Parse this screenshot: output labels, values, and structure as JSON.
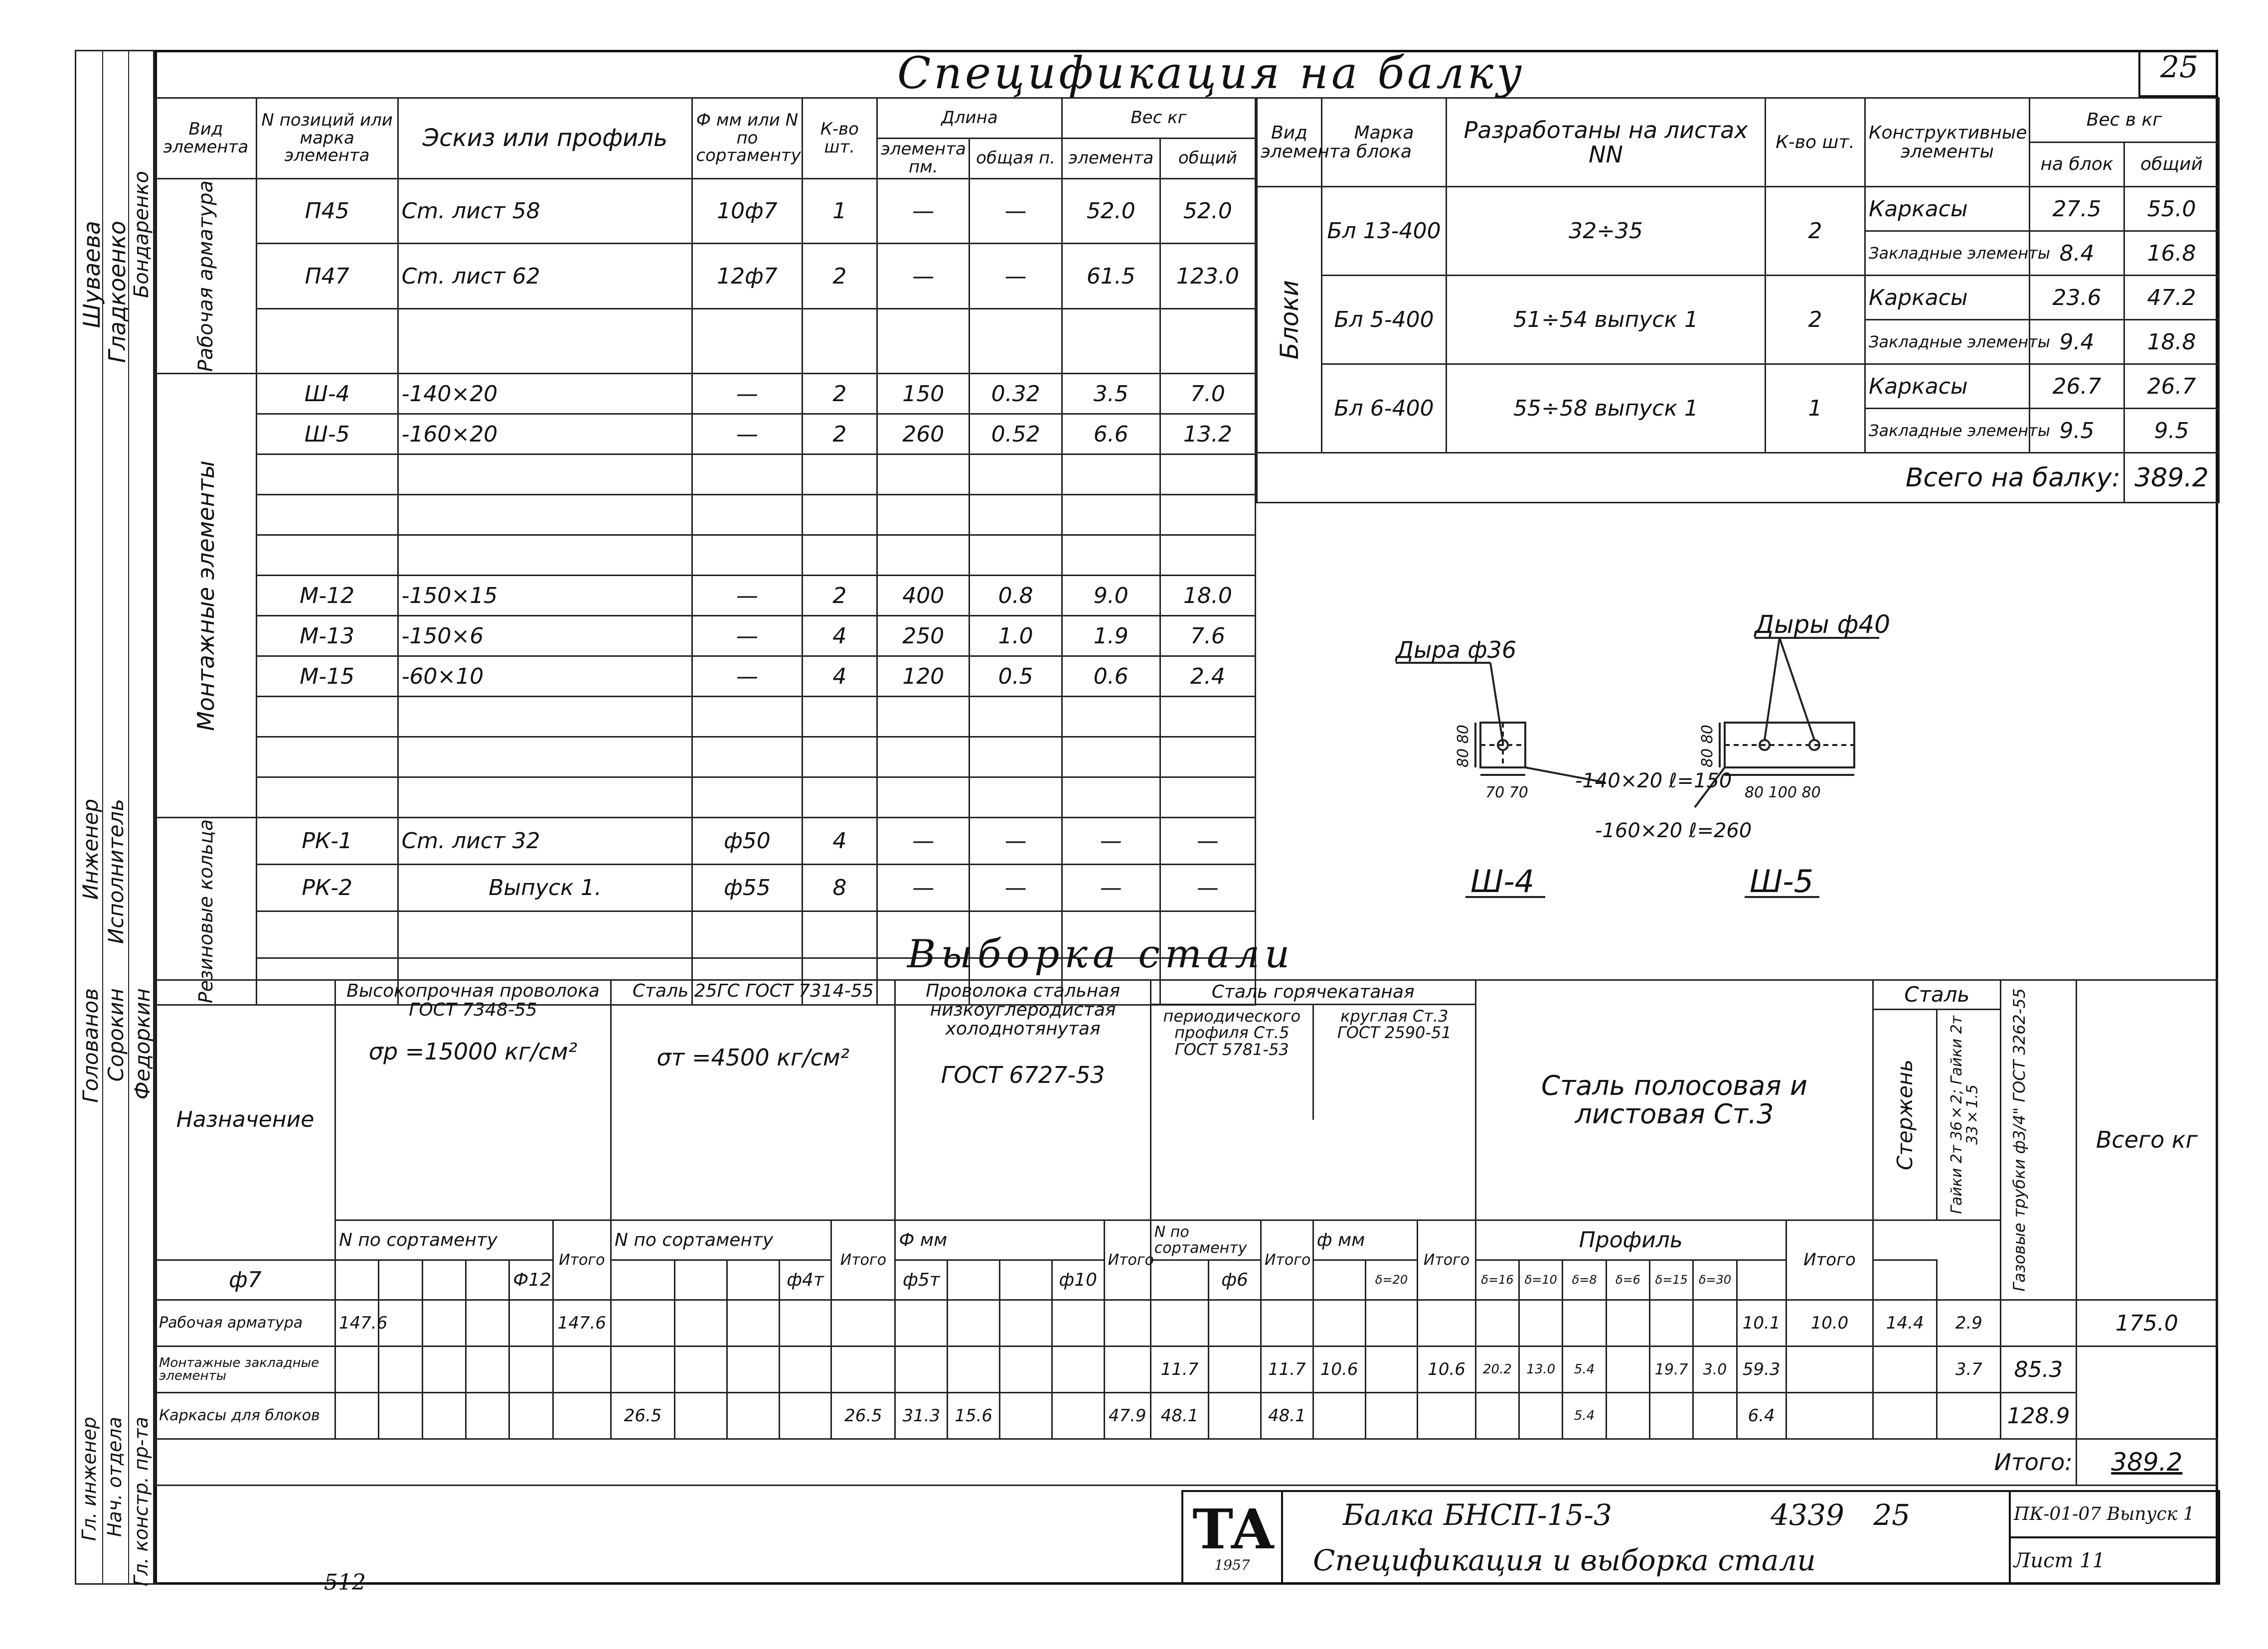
{
  "sheet_no": "25",
  "spec": {
    "title": "Спецификация на балку",
    "headers": [
      "Вид элемента",
      "N позиций или марка элемента",
      "Эскиз или профиль",
      "Ф мм или N по сортаменту",
      "К-во шт.",
      "Длина",
      "элемента пм.",
      "общая п.",
      "Вес кг",
      "элемента",
      "общий"
    ],
    "rows": [
      {
        "group": "Рабочая арматура",
        "mark": "П45",
        "profile": "Cm. лист 58",
        "dia": "10ф7",
        "qty": "1",
        "len_el": "—",
        "len_tot": "—",
        "w_el": "52.0",
        "w_tot": "52.0"
      },
      {
        "group": "",
        "mark": "П47",
        "profile": "Cm. лист 62",
        "dia": "12ф7",
        "qty": "2",
        "len_el": "—",
        "len_tot": "—",
        "w_el": "61.5",
        "w_tot": "123.0"
      },
      {
        "group": "Монтажные элементы",
        "mark": "Ш-4",
        "profile": "-140×20",
        "dia": "—",
        "qty": "2",
        "len_el": "150",
        "len_tot": "0.32",
        "w_el": "3.5",
        "w_tot": "7.0"
      },
      {
        "group": "",
        "mark": "Ш-5",
        "profile": "-160×20",
        "dia": "—",
        "qty": "2",
        "len_el": "260",
        "len_tot": "0.52",
        "w_el": "6.6",
        "w_tot": "13.2"
      },
      {
        "group": "",
        "mark": "М-12",
        "profile": "-150×15",
        "dia": "—",
        "qty": "2",
        "len_el": "400",
        "len_tot": "0.8",
        "w_el": "9.0",
        "w_tot": "18.0"
      },
      {
        "group": "",
        "mark": "М-13",
        "profile": "-150×6",
        "dia": "—",
        "qty": "4",
        "len_el": "250",
        "len_tot": "1.0",
        "w_el": "1.9",
        "w_tot": "7.6"
      },
      {
        "group": "",
        "mark": "М-15",
        "profile": "-60×10",
        "dia": "—",
        "qty": "4",
        "len_el": "120",
        "len_tot": "0.5",
        "w_el": "0.6",
        "w_tot": "2.4"
      },
      {
        "group": "Резиновые кольца",
        "mark": "РК-1",
        "profile": "Cm. лист 32",
        "dia": "ф50",
        "qty": "4",
        "len_el": "—",
        "len_tot": "—",
        "w_el": "—",
        "w_tot": "—"
      },
      {
        "group": "",
        "mark": "РК-2",
        "profile": "Выпуск 1.",
        "dia": "ф55",
        "qty": "8",
        "len_el": "—",
        "len_tot": "—",
        "w_el": "—",
        "w_tot": "—"
      }
    ]
  },
  "blocks": {
    "headers": [
      "Вид элемента",
      "Марка блока",
      "Разработаны на листах NN",
      "К-во шт.",
      "Конструктивные элементы",
      "Вес в кг",
      "на блок",
      "общий"
    ],
    "group": "Блоки",
    "rows": [
      {
        "mark": "Бл 13-400",
        "sheets": "32÷35",
        "qty": "2",
        "el1": "Каркасы",
        "w1": "27.5",
        "t1": "55.0",
        "el2": "Закладные элементы",
        "w2": "8.4",
        "t2": "16.8"
      },
      {
        "mark": "Бл 5-400",
        "sheets": "51÷54 выпуск 1",
        "qty": "2",
        "el1": "Каркасы",
        "w1": "23.6",
        "t1": "47.2",
        "el2": "Закладные элементы",
        "w2": "9.4",
        "t2": "18.8"
      },
      {
        "mark": "Бл 6-400",
        "sheets": "55÷58 выпуск 1",
        "qty": "1",
        "el1": "Каркасы",
        "w1": "26.7",
        "t1": "26.7",
        "el2": "Закладные элементы",
        "w2": "9.5",
        "t2": "9.5"
      }
    ],
    "total_label": "Всего на балку:",
    "total_value": "389.2"
  },
  "drawing": {
    "hole1": "Дыра ф36",
    "hole2": "Дыры ф40",
    "dim_left": "80 80",
    "dim_bottom1": "70 70",
    "dim_bottom2": "80 100 80",
    "plate1": "-140×20 ℓ=150",
    "plate2": "-160×20 ℓ=260",
    "mark1": "Ш-4",
    "mark2": "Ш-5"
  },
  "sample": {
    "title": "Выборка стали",
    "purpose": "Назначение",
    "groups": [
      {
        "title": "Высокопрочная проволока ГОСТ 7348-55",
        "stress": "σр =15000 кг/см²",
        "sub": "N по сортаменту",
        "sizes": [
          "ф7"
        ]
      },
      {
        "title": "Сталь 25ГС ГОСТ 7314-55",
        "stress": "σт =4500 кг/см²",
        "sub": "N по сортаменту",
        "sizes": [
          "Ф12"
        ]
      },
      {
        "title": "Проволока стальная низкоуглеродистая холоднотянутая",
        "stress": "ГОСТ 6727-53",
        "sub": "Ф мм",
        "sizes": [
          "ф4т",
          "ф5т"
        ]
      },
      {
        "title": "Сталь горячекатаная",
        "stress": "",
        "sub": "",
        "sizes": []
      }
    ],
    "hot_sub1": "периодического профиля Ст.5 ГОСТ 5781-53",
    "hot_sub2": "круглая Ст.3 ГОСТ 2590-51",
    "hot_sort": "N по сортаменту",
    "hot_mm": "ф мм",
    "hot_size1": "ф10",
    "hot_size2": "ф6",
    "strip_title": "Сталь полосовая и листовая Ст.3",
    "strip_sub": "Профиль",
    "strip_sizes": [
      "δ=20",
      "δ=16",
      "δ=10",
      "δ=8",
      "δ=6",
      "δ=15",
      "δ=30"
    ],
    "steel_label": "Сталь",
    "c_rod": "Стержень",
    "c_nut": "Гайки 2т 36×2; Гайки 2т 33×1.5",
    "c_pipe": "Газовые трубки ф3/4\" ГОСТ 3262-55",
    "total": "Всего кг",
    "itogo": "Итого",
    "rows": [
      {
        "name": "Рабочая арматура",
        "c": [
          "147.6",
          "",
          "",
          "",
          "",
          "147.6",
          "",
          "",
          "",
          "",
          "",
          "",
          "",
          "",
          "",
          "",
          "",
          "",
          "",
          "",
          "",
          "",
          "",
          "",
          "",
          "",
          "",
          "10.1",
          "10.0",
          "14.4",
          "2.9",
          "",
          "175.0"
        ]
      },
      {
        "name": "Монтажные закладные элементы",
        "c": [
          "",
          "",
          "",
          "",
          "",
          "",
          "",
          "",
          "",
          "",
          "",
          "",
          "",
          "",
          "",
          "",
          "",
          "11.7",
          "",
          "11.7",
          "10.6",
          "",
          "10.6",
          "20.2",
          "13.0",
          "5.4",
          "",
          "19.7",
          "3.0",
          "59.3",
          "",
          "",
          "3.7",
          "85.3"
        ]
      },
      {
        "name": "Каркасы для блоков",
        "c": [
          "",
          "",
          "",
          "",
          "",
          "",
          "26.5",
          "",
          "",
          "",
          "26.5",
          "31.3",
          "15.6",
          "",
          "",
          "",
          "47.9",
          "48.1",
          "",
          "48.1",
          "",
          "",
          "",
          "",
          "",
          "5.4",
          "",
          "",
          "",
          "6.4",
          "",
          "",
          "",
          "128.9"
        ]
      }
    ],
    "grand_label": "Итого:",
    "grand_value": "389.2"
  },
  "stamp": {
    "logo": "ТА",
    "year": "1957",
    "line1": "Балка БНСП-15-3",
    "line2": "Спецификация и выборка стали",
    "num": "4339",
    "sheet": "25",
    "series": "ПК-01-07 Выпуск 1",
    "list": "Лист 11"
  },
  "side": {
    "roles": [
      "Инженер",
      "Исполнитель",
      "Гл. инженер",
      "Нач. отдела",
      "Гл. констр. пр-та"
    ],
    "names": [
      "Шуваева",
      "Гладкоенко",
      "Бондаренко",
      "Голованов",
      "Сорокин",
      "Федоркин"
    ]
  },
  "footer_left": "512"
}
